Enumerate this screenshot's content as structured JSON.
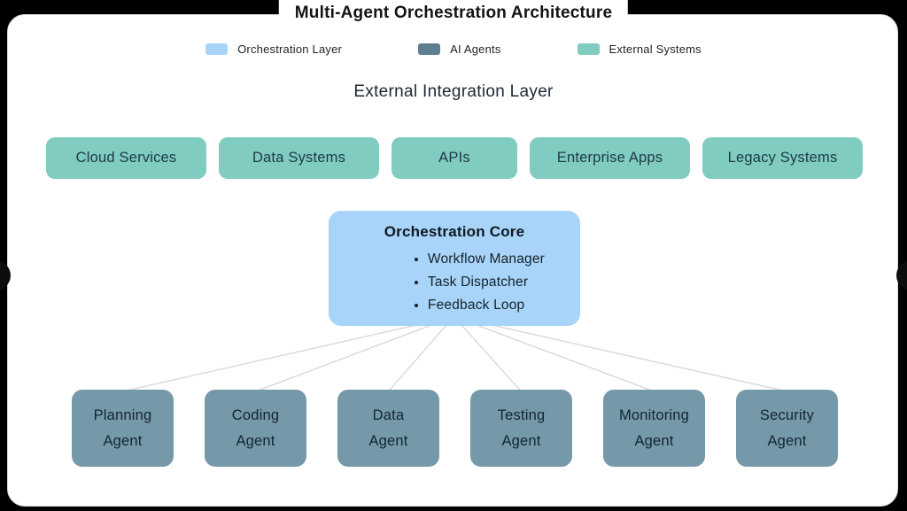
{
  "title": "Multi-Agent Orchestration Architecture",
  "colors": {
    "orchestration_layer": "#a7d4f8",
    "ai_agents": "#5e7f92",
    "external_systems": "#81ccc0",
    "agent_box": "#7599a9",
    "connector": "#d6d6d6"
  },
  "legend": {
    "labels": [
      "Orchestration Layer",
      "AI Agents",
      "External Systems"
    ]
  },
  "external_layer": {
    "heading": "External Integration Layer",
    "systems": [
      "Cloud Services",
      "Data Systems",
      "APIs",
      "Enterprise Apps",
      "Legacy Systems"
    ]
  },
  "core": {
    "title": "Orchestration Core",
    "items": [
      "Workflow Manager",
      "Task Dispatcher",
      "Feedback Loop"
    ]
  },
  "agents": [
    "Planning Agent",
    "Coding Agent",
    "Data Agent",
    "Testing Agent",
    "Monitoring Agent",
    "Security Agent"
  ]
}
